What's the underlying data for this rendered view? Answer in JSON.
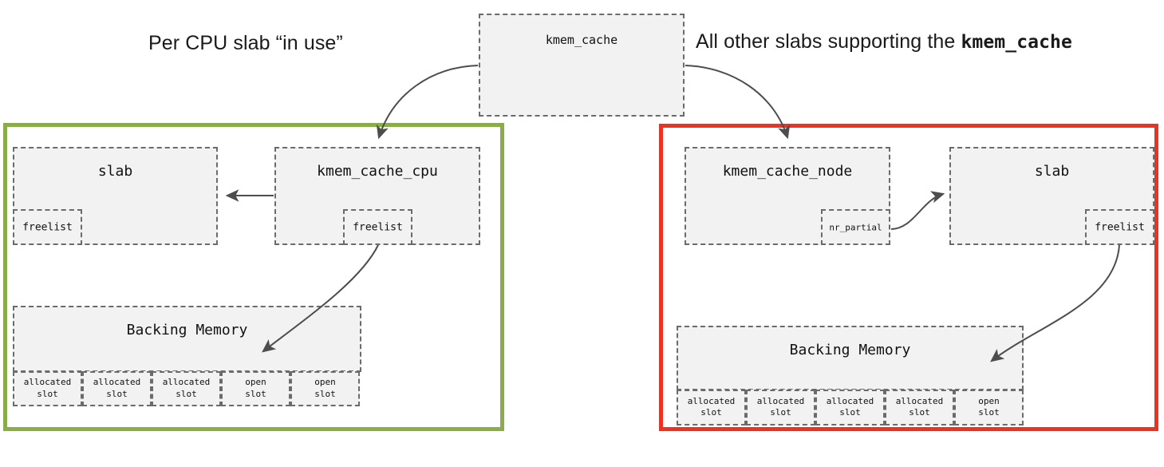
{
  "headers": {
    "left": "Per CPU slab “in use”",
    "right_prefix": "All other slabs supporting the ",
    "right_mono": "kmem_cache"
  },
  "top_box": {
    "label": "kmem_cache"
  },
  "colors": {
    "green_panel": "#8aad4a",
    "red_panel": "#ea3323",
    "box_fill": "#f2f2f2",
    "box_border": "#6b6b6b",
    "arrow": "#4d4d4d",
    "text": "#111111"
  },
  "left_panel": {
    "slab": {
      "label": "slab",
      "freelist": "freelist"
    },
    "kmem_cache_cpu": {
      "label": "kmem_cache_cpu",
      "freelist": "freelist"
    },
    "backing_memory": {
      "label": "Backing Memory",
      "slots": [
        {
          "line1": "allocated",
          "line2": "slot"
        },
        {
          "line1": "allocated",
          "line2": "slot"
        },
        {
          "line1": "allocated",
          "line2": "slot"
        },
        {
          "line1": "open",
          "line2": "slot"
        },
        {
          "line1": "open",
          "line2": "slot"
        }
      ]
    }
  },
  "right_panel": {
    "kmem_cache_node": {
      "label": "kmem_cache_node",
      "nr_partial": "nr_partial"
    },
    "slab": {
      "label": "slab",
      "freelist": "freelist"
    },
    "backing_memory": {
      "label": "Backing Memory",
      "slots": [
        {
          "line1": "allocated",
          "line2": "slot"
        },
        {
          "line1": "allocated",
          "line2": "slot"
        },
        {
          "line1": "allocated",
          "line2": "slot"
        },
        {
          "line1": "allocated",
          "line2": "slot"
        },
        {
          "line1": "open",
          "line2": "slot"
        }
      ]
    }
  }
}
